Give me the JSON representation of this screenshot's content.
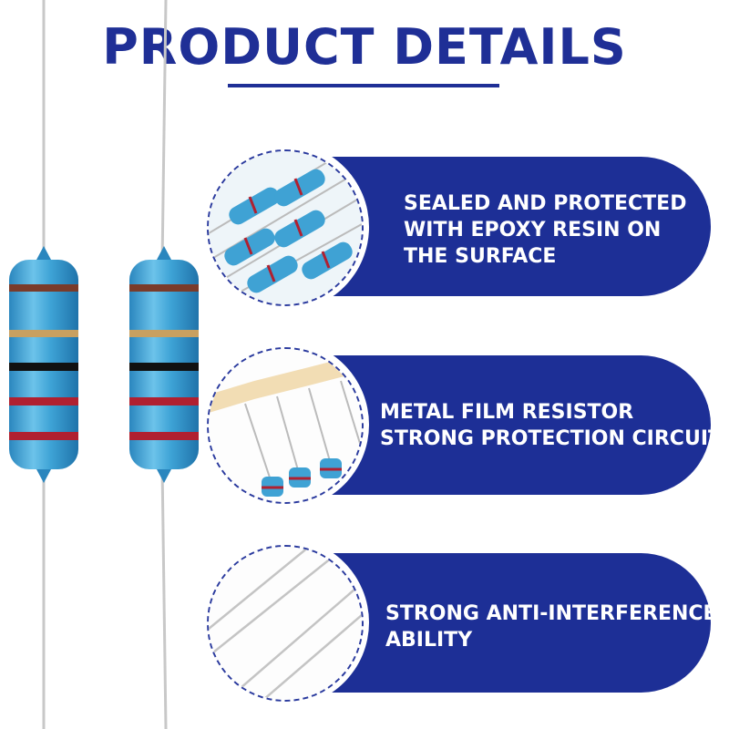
{
  "page": {
    "title": "PRODUCT DETAILS"
  },
  "features": [
    {
      "icon": "resistor-pile-icon",
      "lines": [
        "SEALED AND PROTECTED",
        "WITH EPOXY RESIN ON",
        "THE SURFACE"
      ]
    },
    {
      "icon": "resistor-tape-icon",
      "lines": [
        "METAL FILM RESISTOR",
        "STRONG PROTECTION CIRCUIT"
      ]
    },
    {
      "icon": "resistor-leads-icon",
      "lines": [
        "STRONG ANTI-INTERFERENCE",
        "ABILITY"
      ]
    }
  ],
  "colors": {
    "brand_blue": "#1d2f96",
    "resistor_body": "#3fa2d4",
    "band_red": "#b02030",
    "band_black": "#111111",
    "band_gold": "#c8a060"
  }
}
